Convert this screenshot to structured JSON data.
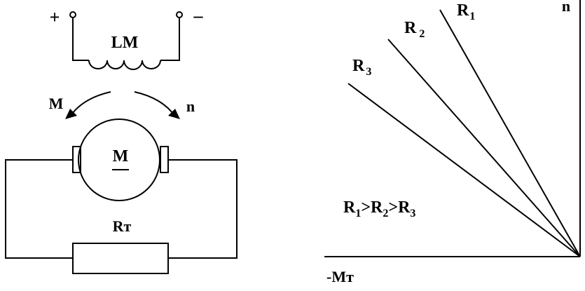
{
  "circuit": {
    "plus_sign": "+",
    "minus_sign": "–",
    "field_winding_label": "LM",
    "torque_label": "M",
    "speed_label": "n",
    "motor_label": "M",
    "resistor_label": "Rт"
  },
  "graph": {
    "y_axis_label": "n",
    "x_axis_label": "-Mт",
    "lines": [
      {
        "name": "R",
        "sub": "1"
      },
      {
        "name": "R",
        "sub": "2"
      },
      {
        "name": "R",
        "sub": "3"
      }
    ],
    "relation": {
      "r1": "R",
      "s1": "1",
      "gt1": ">",
      "r2": "R",
      "s2": "2",
      "gt2": ">",
      "r3": "R",
      "s3": "3"
    }
  }
}
